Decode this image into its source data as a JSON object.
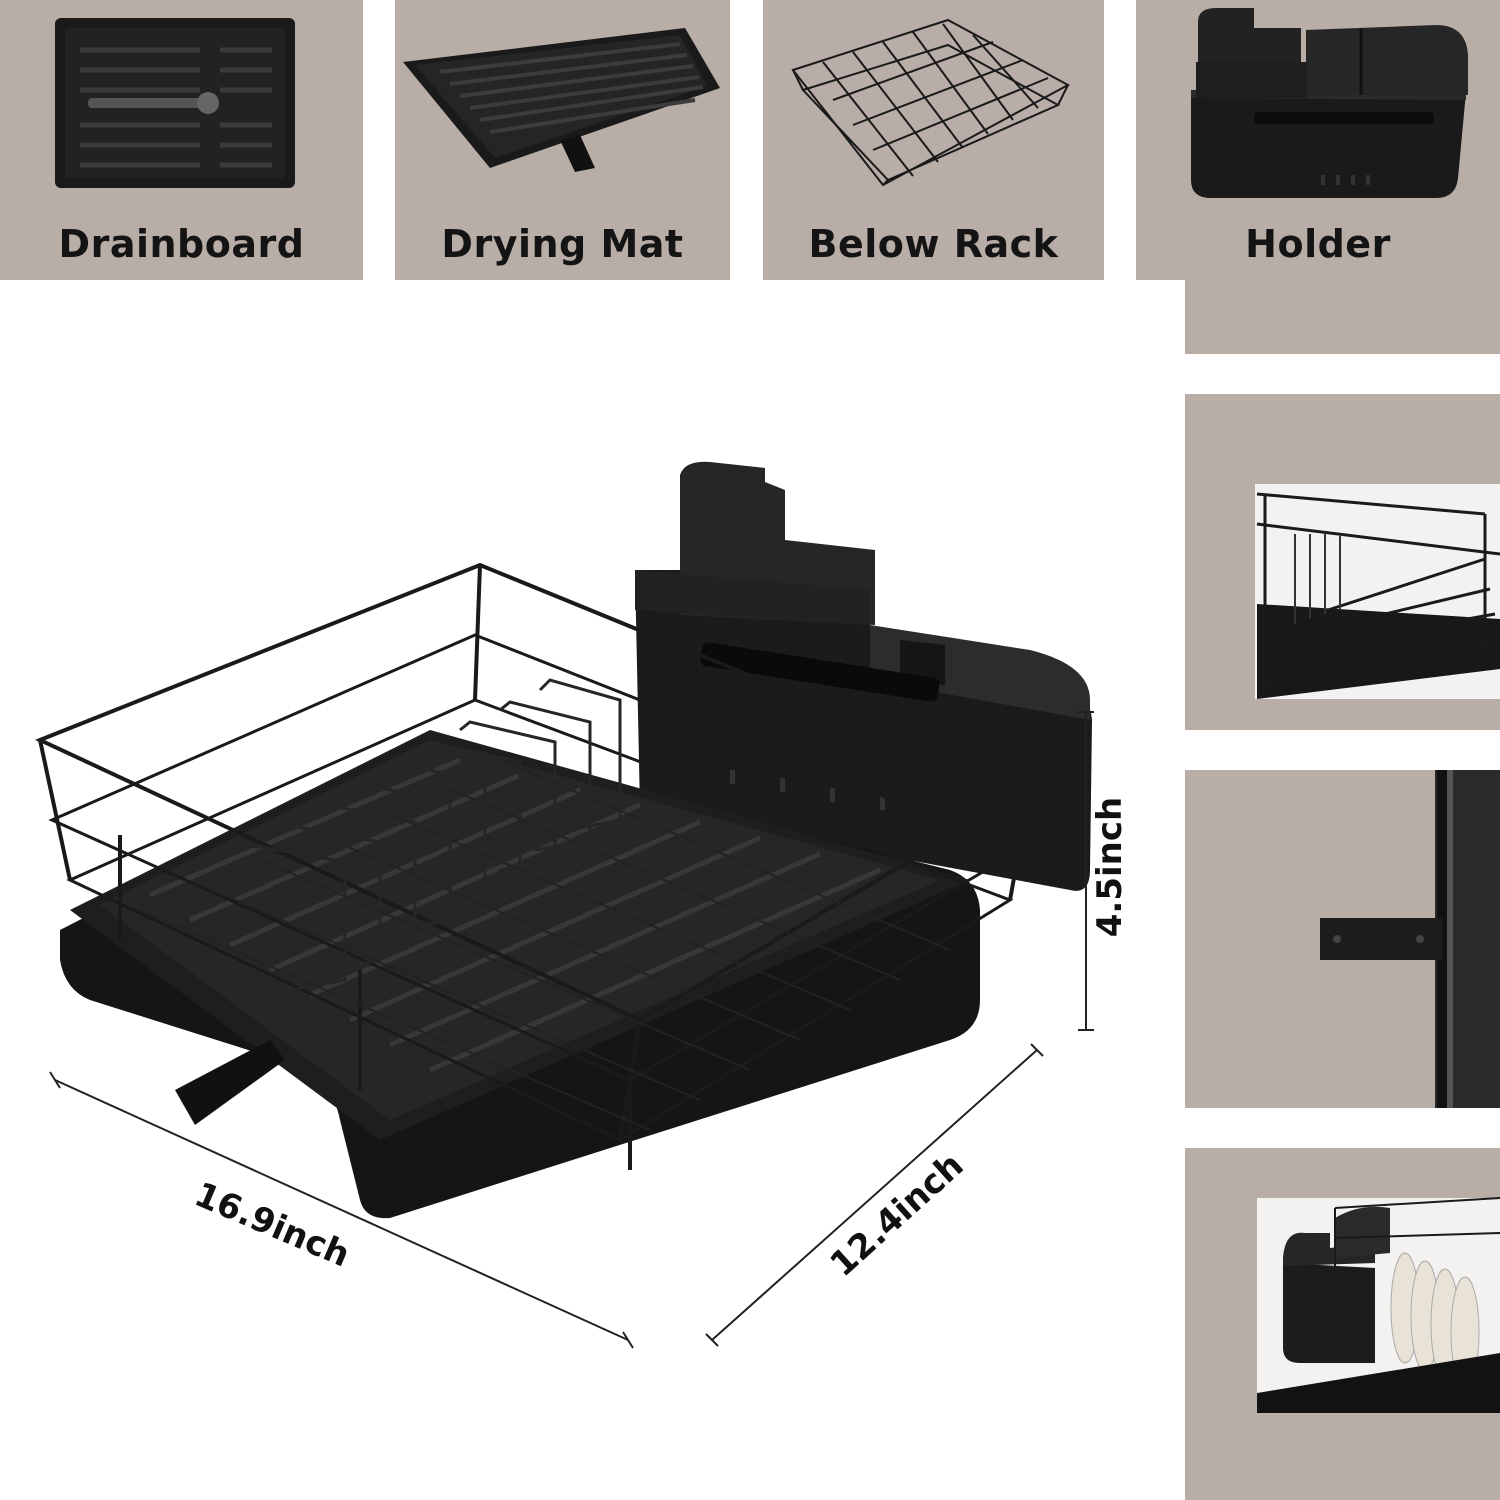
{
  "components": [
    {
      "label": "Drainboard",
      "icon": "drainboard-icon"
    },
    {
      "label": "Drying Mat",
      "icon": "drying-mat-icon"
    },
    {
      "label": "Below Rack",
      "icon": "below-rack-icon"
    },
    {
      "label": "Holder",
      "icon": "utensil-holder-icon"
    }
  ],
  "dimensions": {
    "width": "16.9inch",
    "depth": "12.4inch",
    "height": "4.5inch"
  },
  "colors": {
    "tile_background": "#b8ada7",
    "product": "#151515",
    "label_text": "#141414"
  }
}
